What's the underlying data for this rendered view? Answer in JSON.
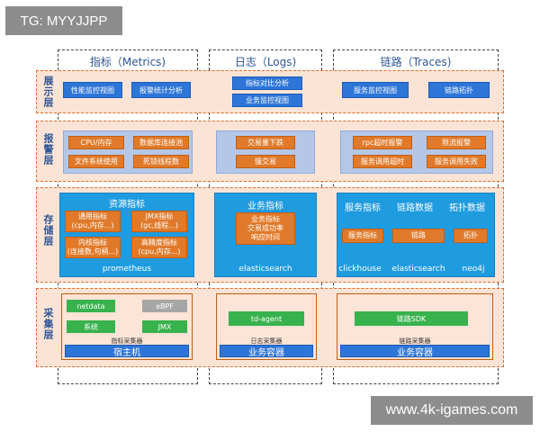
{
  "watermarks": {
    "top": "TG: MYYJJPP",
    "bottom": "www.4k-igames.com"
  },
  "columns": [
    {
      "title": "指标（Metrics)"
    },
    {
      "title": "日志（Logs)"
    },
    {
      "title": "链路（Traces)"
    }
  ],
  "layers": {
    "display": "展示层",
    "alarm": "报警层",
    "storage": "存储层",
    "collect": "采集层"
  },
  "display": {
    "metrics": [
      "性能监控视图",
      "报警统计分析"
    ],
    "logs": [
      "指标对比分析",
      "业务监控视图"
    ],
    "traces": [
      "服务监控视图",
      "链路拓扑"
    ]
  },
  "alarm": {
    "metrics": [
      "CPU/内存",
      "数据库连接池",
      "文件系统使用",
      "死锁线程数"
    ],
    "logs": [
      "交易量下跌",
      "慢交易"
    ],
    "traces": [
      "rpc超时报警",
      "限流报警",
      "服务调用超时",
      "服务调用失败"
    ]
  },
  "storage": {
    "metrics": {
      "title": "资源指标",
      "items": [
        "通用指标\n(cpu,内存...)",
        "JMX指标\n(gc,线程...)",
        "内核指标\n(连接数,句柄...)",
        "高精度指标\n(cpu,内存...)"
      ],
      "footer": "prometheus"
    },
    "logs": {
      "title": "业务指标",
      "detail": "业务指标\n交易成功率\n响应时间",
      "footer": "elasticsearch"
    },
    "traces": {
      "headers": [
        "服务指标",
        "链路数据",
        "拓扑数据"
      ],
      "items": [
        "服务指标",
        "链路",
        "拓扑"
      ],
      "footers": [
        "clickhouse",
        "elasticsearch",
        "neo4j"
      ]
    }
  },
  "collect": {
    "metrics": {
      "items": [
        "netdata",
        "eBPF",
        "系统",
        "JMX"
      ],
      "caption": "指标采集器",
      "host": "宿主机"
    },
    "logs": {
      "item": "td-agent",
      "caption": "日志采集器",
      "host": "业务容器"
    },
    "traces": {
      "item": "链路SDK",
      "caption": "链路采集器",
      "host": "业务容器"
    }
  }
}
